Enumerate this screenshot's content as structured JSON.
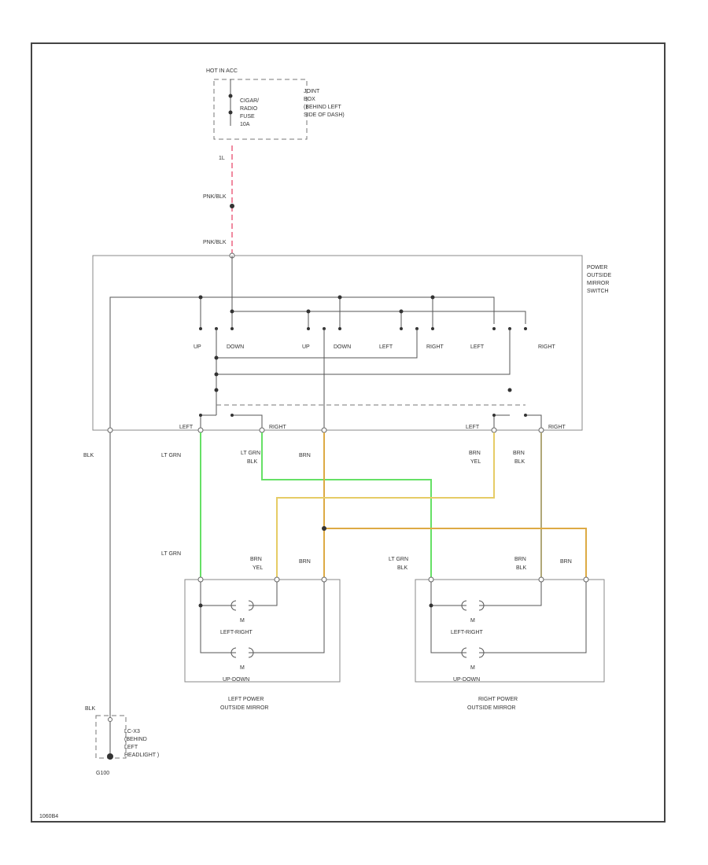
{
  "hot": {
    "title": "HOT IN ACC",
    "fuse_lines": [
      "CIGAR/",
      "RADIO",
      "FUSE",
      "10A"
    ],
    "box_lines": [
      "JOINT",
      "BOX",
      "(BEHIND LEFT",
      "SIDE OF DASH)"
    ]
  },
  "wires": {
    "pink_blk_1": "PNK/BLK",
    "pink_blk_2": "PNK/BLK",
    "blk": "BLK",
    "lt_grn_1": "LT GRN",
    "lt_grn_blk_1": "LT GRN\nBLK",
    "brn_1": "BRN",
    "brn_yel_1": "BRN\nYEL",
    "brn_blk_1": "BRN\nBLK",
    "lt_grn_2": "LT GRN",
    "brn_yel_2": "BRN\nYEL",
    "brn_2": "BRN",
    "lt_grn_blk_2": "LT GRN\nBLK",
    "brn_blk_2": "BRN\nBLK",
    "brn_3": "BRN",
    "blk_ground": "BLK"
  },
  "switch": {
    "title_lines": [
      "POWER",
      "OUTSIDE",
      "MIRROR",
      "SWITCH"
    ],
    "positions": [
      "UP",
      "DOWN",
      "UP",
      "DOWN",
      "LEFT",
      "RIGHT",
      "LEFT",
      "RIGHT"
    ],
    "left_a": "LEFT",
    "right_a": "RIGHT",
    "left_b": "LEFT",
    "right_b": "RIGHT"
  },
  "mirrors": {
    "left": {
      "motor_m1": "M",
      "motor_m2": "M",
      "lr": "LEFT-RIGHT",
      "ud": "UP-DOWN",
      "title_lines": [
        "LEFT POWER",
        "OUTSIDE MIRROR"
      ]
    },
    "right": {
      "motor_m1": "M",
      "motor_m2": "M",
      "lr": "LEFT-RIGHT",
      "ud": "UP-DOWN",
      "title_lines": [
        "RIGHT POWER",
        "OUTSIDE MIRROR"
      ]
    }
  },
  "ground": {
    "lines": [
      "LC-X3",
      "(BEHIND",
      "LEFT",
      "HEADLIGHT )"
    ],
    "id": "G100"
  },
  "footer": {
    "code": "1060B4"
  },
  "colors": {
    "pink": "#f08aa0",
    "lt_green": "#66e066",
    "yellow_brn": "#e6cc66",
    "orange_brn": "#ddaa44",
    "olive": "#b0a878",
    "dark": "#555555"
  }
}
